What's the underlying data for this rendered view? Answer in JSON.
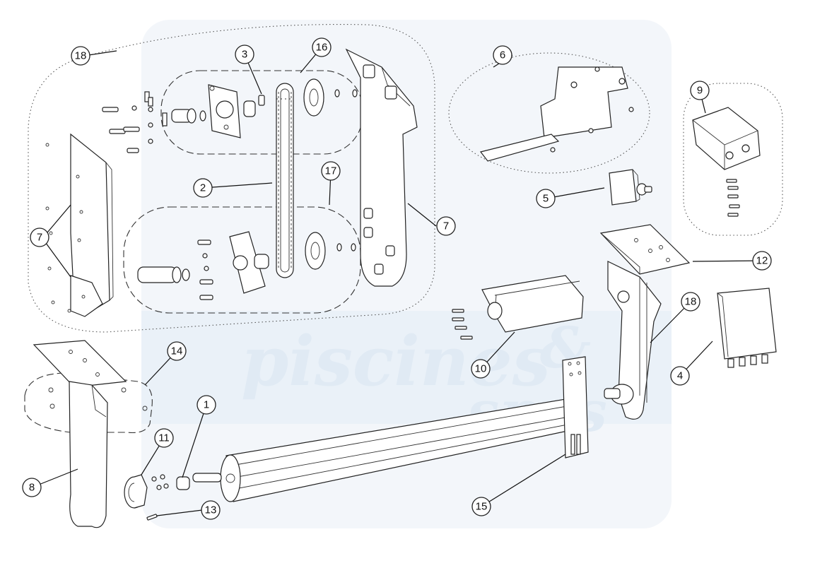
{
  "watermark": {
    "brand": "piscines",
    "amp": "&",
    "suffix": "spas",
    "colors": {
      "band": "#eef3f9",
      "text": "#e4edf6"
    }
  },
  "callouts": [
    {
      "id": "c1",
      "label": "1"
    },
    {
      "id": "c2",
      "label": "2"
    },
    {
      "id": "c3",
      "label": "3"
    },
    {
      "id": "c4",
      "label": "4"
    },
    {
      "id": "c5",
      "label": "5"
    },
    {
      "id": "c6",
      "label": "6"
    },
    {
      "id": "c7a",
      "label": "7"
    },
    {
      "id": "c7b",
      "label": "7"
    },
    {
      "id": "c8",
      "label": "8"
    },
    {
      "id": "c9",
      "label": "9"
    },
    {
      "id": "c10",
      "label": "10"
    },
    {
      "id": "c11",
      "label": "11"
    },
    {
      "id": "c12",
      "label": "12"
    },
    {
      "id": "c13",
      "label": "13"
    },
    {
      "id": "c14",
      "label": "14"
    },
    {
      "id": "c15",
      "label": "15"
    },
    {
      "id": "c16",
      "label": "16"
    },
    {
      "id": "c17",
      "label": "17"
    },
    {
      "id": "c18a",
      "label": "18"
    },
    {
      "id": "c18b",
      "label": "18"
    }
  ]
}
